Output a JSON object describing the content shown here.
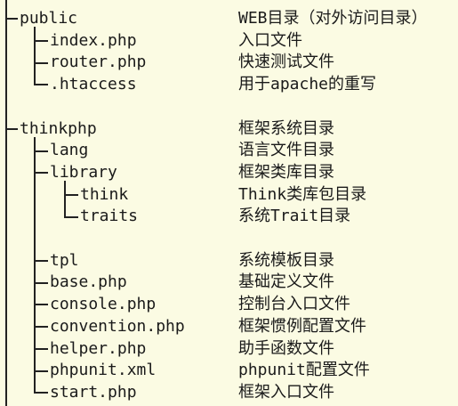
{
  "tree": [
    {
      "name": "public",
      "desc": "WEB目录（对外访问目录）",
      "depth": 0,
      "last": false
    },
    {
      "name": "index.php",
      "desc": "入口文件",
      "depth": 1,
      "last": false
    },
    {
      "name": "router.php",
      "desc": "快速测试文件",
      "depth": 1,
      "last": false
    },
    {
      "name": ".htaccess",
      "desc": "用于apache的重写",
      "depth": 1,
      "last": true
    },
    {
      "blank": true
    },
    {
      "name": "thinkphp",
      "desc": "框架系统目录",
      "depth": 0,
      "last": false
    },
    {
      "name": "lang",
      "desc": "语言文件目录",
      "depth": 1,
      "last": false
    },
    {
      "name": "library",
      "desc": "框架类库目录",
      "depth": 1,
      "last": false
    },
    {
      "name": "think",
      "desc": "Think类库包目录",
      "depth": 2,
      "last": false
    },
    {
      "name": "traits",
      "desc": "系统Trait目录",
      "depth": 2,
      "last": true
    },
    {
      "blank": true
    },
    {
      "name": "tpl",
      "desc": "系统模板目录",
      "depth": 1,
      "last": false
    },
    {
      "name": "base.php",
      "desc": "基础定义文件",
      "depth": 1,
      "last": false
    },
    {
      "name": "console.php",
      "desc": "控制台入口文件",
      "depth": 1,
      "last": false
    },
    {
      "name": "convention.php",
      "desc": "框架惯例配置文件",
      "depth": 1,
      "last": false
    },
    {
      "name": "helper.php",
      "desc": "助手函数文件",
      "depth": 1,
      "last": false
    },
    {
      "name": "phpunit.xml",
      "desc": "phpunit配置文件",
      "depth": 1,
      "last": false
    },
    {
      "name": "start.php",
      "desc": "框架入口文件",
      "depth": 1,
      "last": true
    }
  ]
}
